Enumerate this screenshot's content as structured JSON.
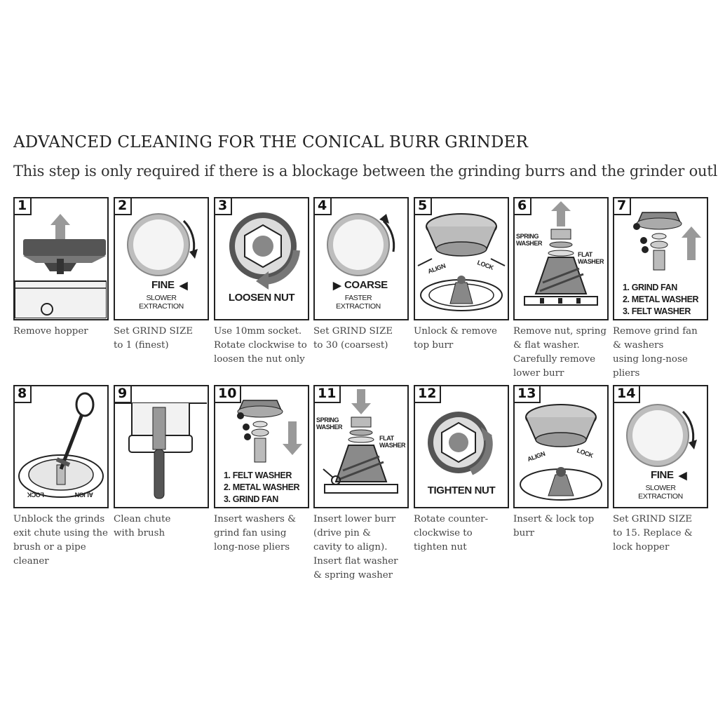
{
  "title": "ADVANCED CLEANING FOR THE CONICAL BURR GRINDER",
  "subtitle": "This step is only required if there is a blockage between the grinding burrs and the grinder outlet.",
  "steps": [
    {
      "number": "1",
      "caption": "Remove hopper"
    },
    {
      "number": "2",
      "caption": "Set GRIND SIZE\nto 1 (finest)",
      "label": "FINE",
      "sublabel": "SLOWER\nEXTRACTION"
    },
    {
      "number": "3",
      "caption": "Use 10mm socket.\nRotate clockwise to\nloosen the nut only",
      "label": "LOOSEN NUT"
    },
    {
      "number": "4",
      "caption": "Set GRIND SIZE\nto 30 (coarsest)",
      "label": "COARSE",
      "sublabel": "FASTER\nEXTRACTION"
    },
    {
      "number": "5",
      "caption": "Unlock & remove\ntop burr",
      "align": "ALIGN",
      "lock": "LOCK"
    },
    {
      "number": "6",
      "caption": "Remove nut, spring\n& flat washer.\nCarefully remove\nlower burr",
      "spring": "SPRING\nWASHER",
      "flat": "FLAT\nWASHER"
    },
    {
      "number": "7",
      "caption": "Remove grind fan\n& washers\nusing long-nose\npliers",
      "list": "1. GRIND FAN\n2. METAL WASHER\n3. FELT WASHER"
    },
    {
      "number": "8",
      "caption": "Unblock the grinds\nexit chute using the\nbrush or a pipe\ncleaner",
      "align": "ALIGN",
      "lock": "LOCK"
    },
    {
      "number": "9",
      "caption": "Clean chute\nwith brush"
    },
    {
      "number": "10",
      "caption": "Insert washers &\ngrind fan using\nlong-nose pliers",
      "list": "1. FELT WASHER\n2. METAL WASHER\n3. GRIND FAN"
    },
    {
      "number": "11",
      "caption": "Insert lower burr\n(drive pin &\ncavity to align).\nInsert flat washer\n& spring washer",
      "spring": "SPRING\nWASHER",
      "flat": "FLAT\nWASHER"
    },
    {
      "number": "12",
      "caption": "Rotate counter-\nclockwise to\ntighten nut",
      "label": "TIGHTEN NUT"
    },
    {
      "number": "13",
      "caption": "Insert & lock top\nburr",
      "align": "ALIGN",
      "lock": "LOCK"
    },
    {
      "number": "14",
      "caption": "Set GRIND SIZE\nto 15. Replace &\nlock hopper",
      "label": "FINE",
      "sublabel": "SLOWER\nEXTRACTION"
    }
  ],
  "colors": {
    "ink": "#222222",
    "gray": "#8a8a8a",
    "light": "#cfcfcf",
    "dark": "#4a4a4a"
  }
}
